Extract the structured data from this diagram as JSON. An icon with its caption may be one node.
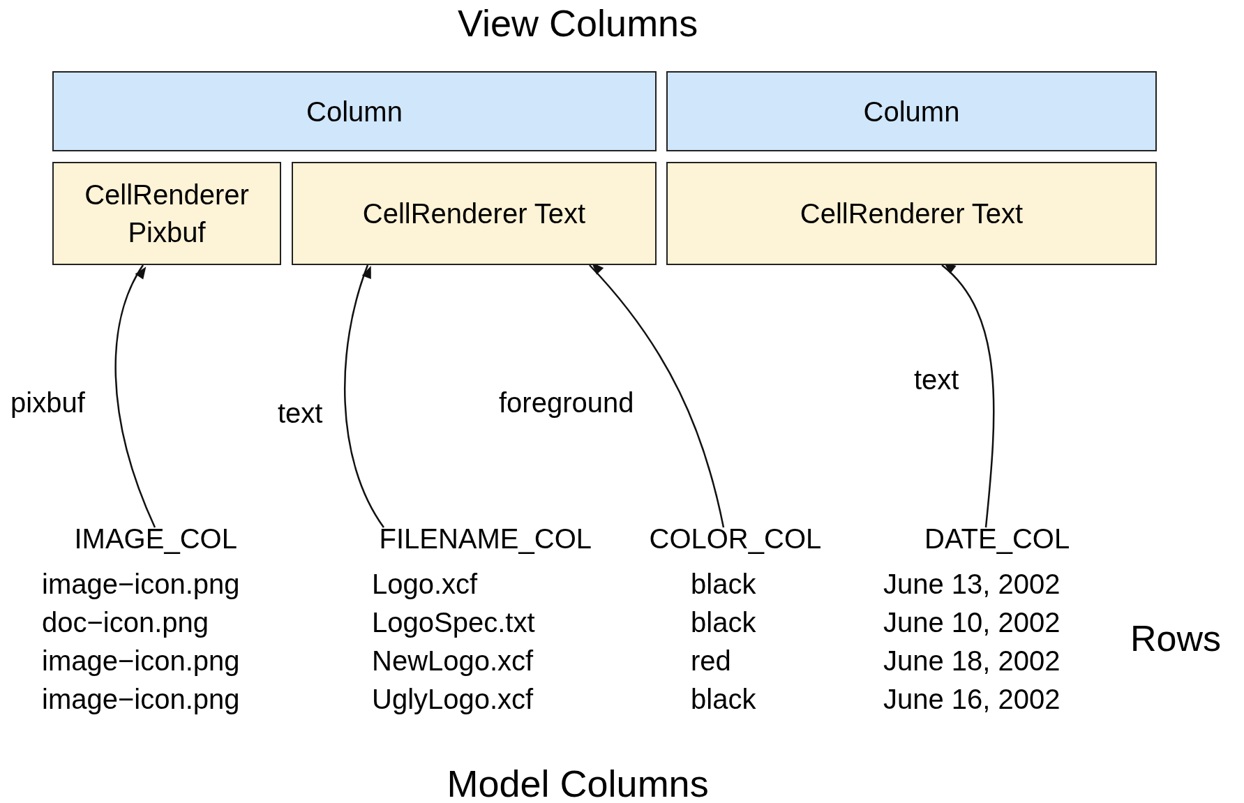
{
  "diagram": {
    "title": "View Columns",
    "caption": "Model Columns",
    "nodes": [
      {
        "text": [
          "Column"
        ]
      },
      {
        "text": [
          "Column"
        ]
      },
      {
        "text": [
          "CellRenderer Pixbuf"
        ]
      },
      {
        "text": [
          "CellRenderer Text"
        ]
      },
      {
        "text": [
          "CellRenderer Text"
        ]
      },
      {
        "text": [
          "IMAGE_COL"
        ]
      },
      {
        "text": [
          "FILENAME_COL"
        ]
      },
      {
        "text": [
          "COLOR_COL"
        ]
      },
      {
        "text": [
          "DATE_COL"
        ]
      }
    ],
    "edges": [
      {
        "from": 5,
        "to": 2,
        "arrow": "to",
        "label": "pixbuf"
      },
      {
        "from": 6,
        "to": 3,
        "arrow": "to",
        "label": "text"
      },
      {
        "from": 7,
        "to": 3,
        "arrow": "to",
        "label": "foreground"
      },
      {
        "from": 8,
        "to": 4,
        "arrow": "to",
        "label": "text"
      }
    ],
    "labels": [
      "image−icon.png",
      "Logo.xcf",
      "black",
      "June 13, 2002",
      "doc−icon.png",
      "LogoSpec.txt",
      "black",
      "June 10, 2002",
      "image−icon.png",
      "NewLogo.xcf",
      "red",
      "June 18, 2002",
      "image−icon.png",
      "UglyLogo.xcf",
      "black",
      "June 16, 2002",
      "Rows"
    ]
  }
}
